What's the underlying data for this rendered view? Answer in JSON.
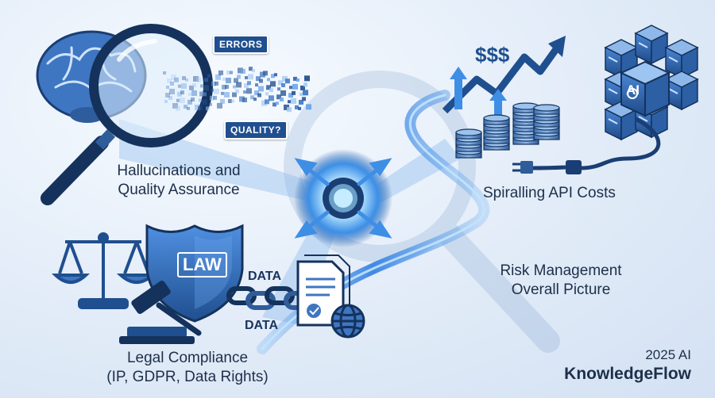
{
  "labels": {
    "hallucinations_line1": "Hallucinations and",
    "hallucinations_line2": "Quality Assurance",
    "costs": "Spiralling API Costs",
    "risk_line1": "Risk Management",
    "risk_line2": "Overall Picture",
    "legal_line1": "Legal Compliance",
    "legal_line2": "(IP, GDPR, Data Rights)"
  },
  "tags": {
    "errors": "ERRORS",
    "quality": "QUALITY?",
    "law": "LAW",
    "ai": "AI",
    "dollars": "$$$",
    "data_top": "DATA",
    "data_bottom": "DATA"
  },
  "brand": {
    "year": "2025 AI",
    "name": "KnowledgeFlow"
  },
  "icons": [
    "brain-icon",
    "magnifier-icon",
    "pixel-stream-icon",
    "rising-arrow-icon",
    "coin-stack-icon",
    "server-cube-icon",
    "power-plug-icon",
    "scales-icon",
    "shield-icon",
    "gavel-icon",
    "chain-icon",
    "document-icon",
    "globe-icon",
    "hub-node-icon"
  ],
  "colors": {
    "accent": "#2f7de1",
    "dark_blue": "#1f4f8f",
    "glow": "#8fd8ff",
    "text": "#1d2f4a"
  }
}
